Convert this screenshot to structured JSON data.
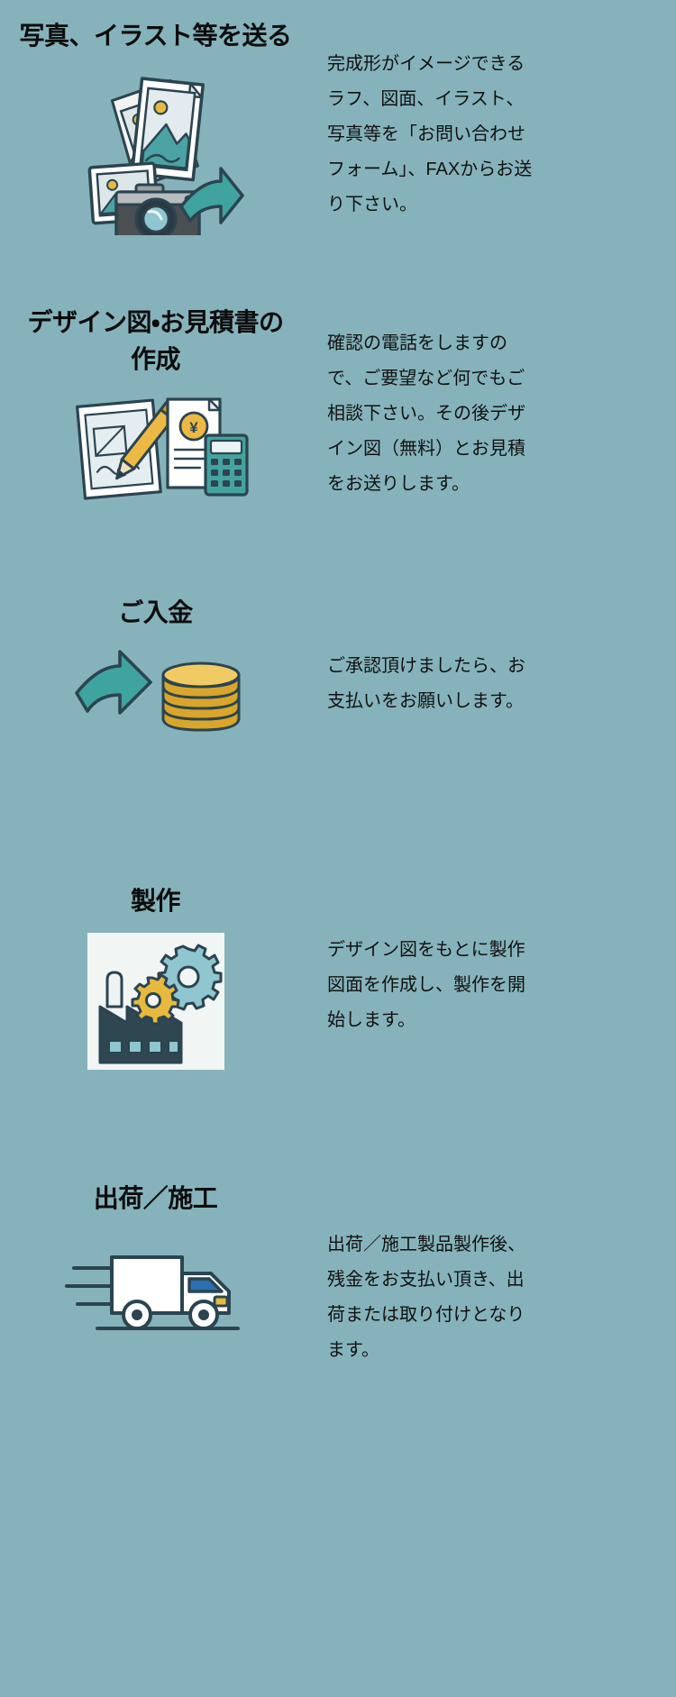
{
  "page": {
    "background_color": "#86b3bb",
    "text_color": "#111111",
    "accent_teal": "#3a9c9c",
    "accent_yellow": "#e8b93f"
  },
  "steps": [
    {
      "heading": "写真、イラスト等を送る",
      "body": "完成形がイメージできるラフ、図面、イラスト、写真等を「お問い合わせフォーム」、FAXからお送り下さい。",
      "icon": "photos-camera-arrow-icon"
    },
    {
      "heading": "デザイン図・お見積書の作成",
      "body": "確認の電話をしますので、ご要望など何でもご相談下さい。その後デザイン図（無料）とお見積をお送りします。",
      "icon": "drawing-pencil-invoice-calculator-icon"
    },
    {
      "heading": "ご入金",
      "body": "ご承認頂けましたら、お支払いをお願いします。",
      "icon": "arrow-coins-icon"
    },
    {
      "heading": "製作",
      "body": "デザイン図をもとに製作図面を作成し、製作を開始します。",
      "icon": "factory-gears-icon"
    },
    {
      "heading": "出荷／施工",
      "body": "出荷／施工製品製作後、残金をお支払い頂き、出荷または取り付けとなります。",
      "icon": "delivery-truck-icon"
    }
  ]
}
